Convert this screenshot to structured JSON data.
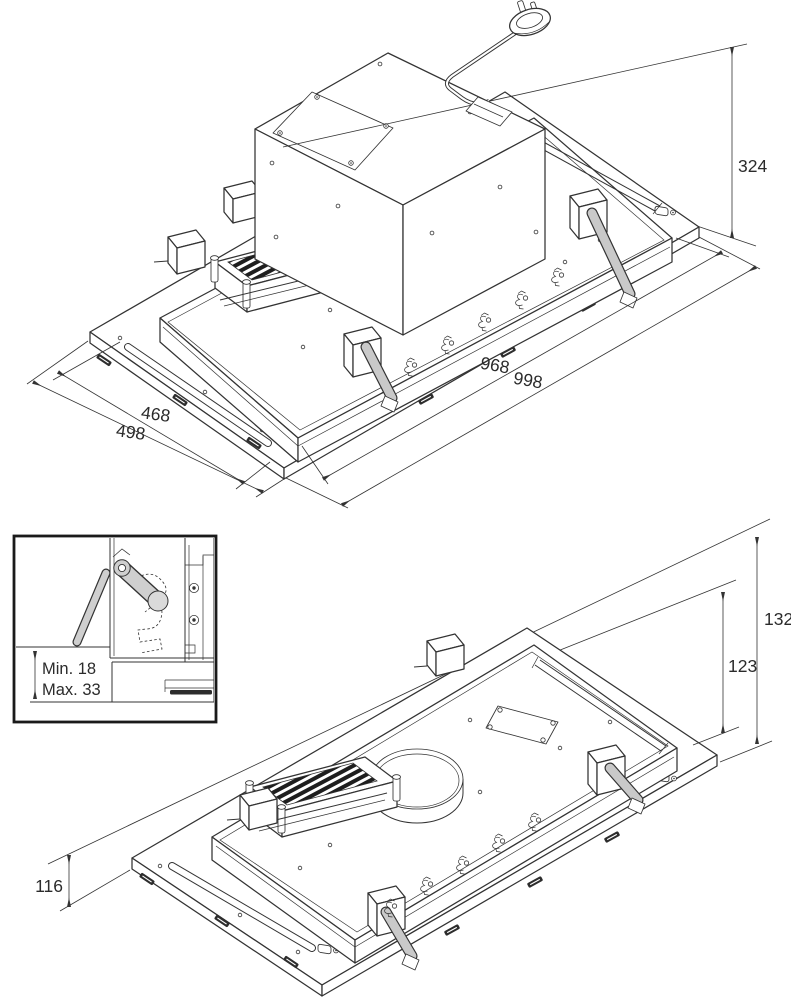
{
  "drawing": {
    "kind": "ceiling-hood installation dimension drawing",
    "views": {
      "top": {
        "dims": {
          "height": "324",
          "length_inner": "968",
          "length_overall": "998",
          "width_inner": "468",
          "width_overall": "498"
        }
      },
      "inset": {
        "min_label": "Min. 18",
        "max_label": "Max. 33"
      },
      "bottom": {
        "dims": {
          "height_overall": "132",
          "height_body": "123",
          "height_panel": "116"
        }
      }
    }
  },
  "colors": {
    "line": "#333333",
    "metal_gray": "#c9c9c9",
    "background": "#ffffff"
  }
}
